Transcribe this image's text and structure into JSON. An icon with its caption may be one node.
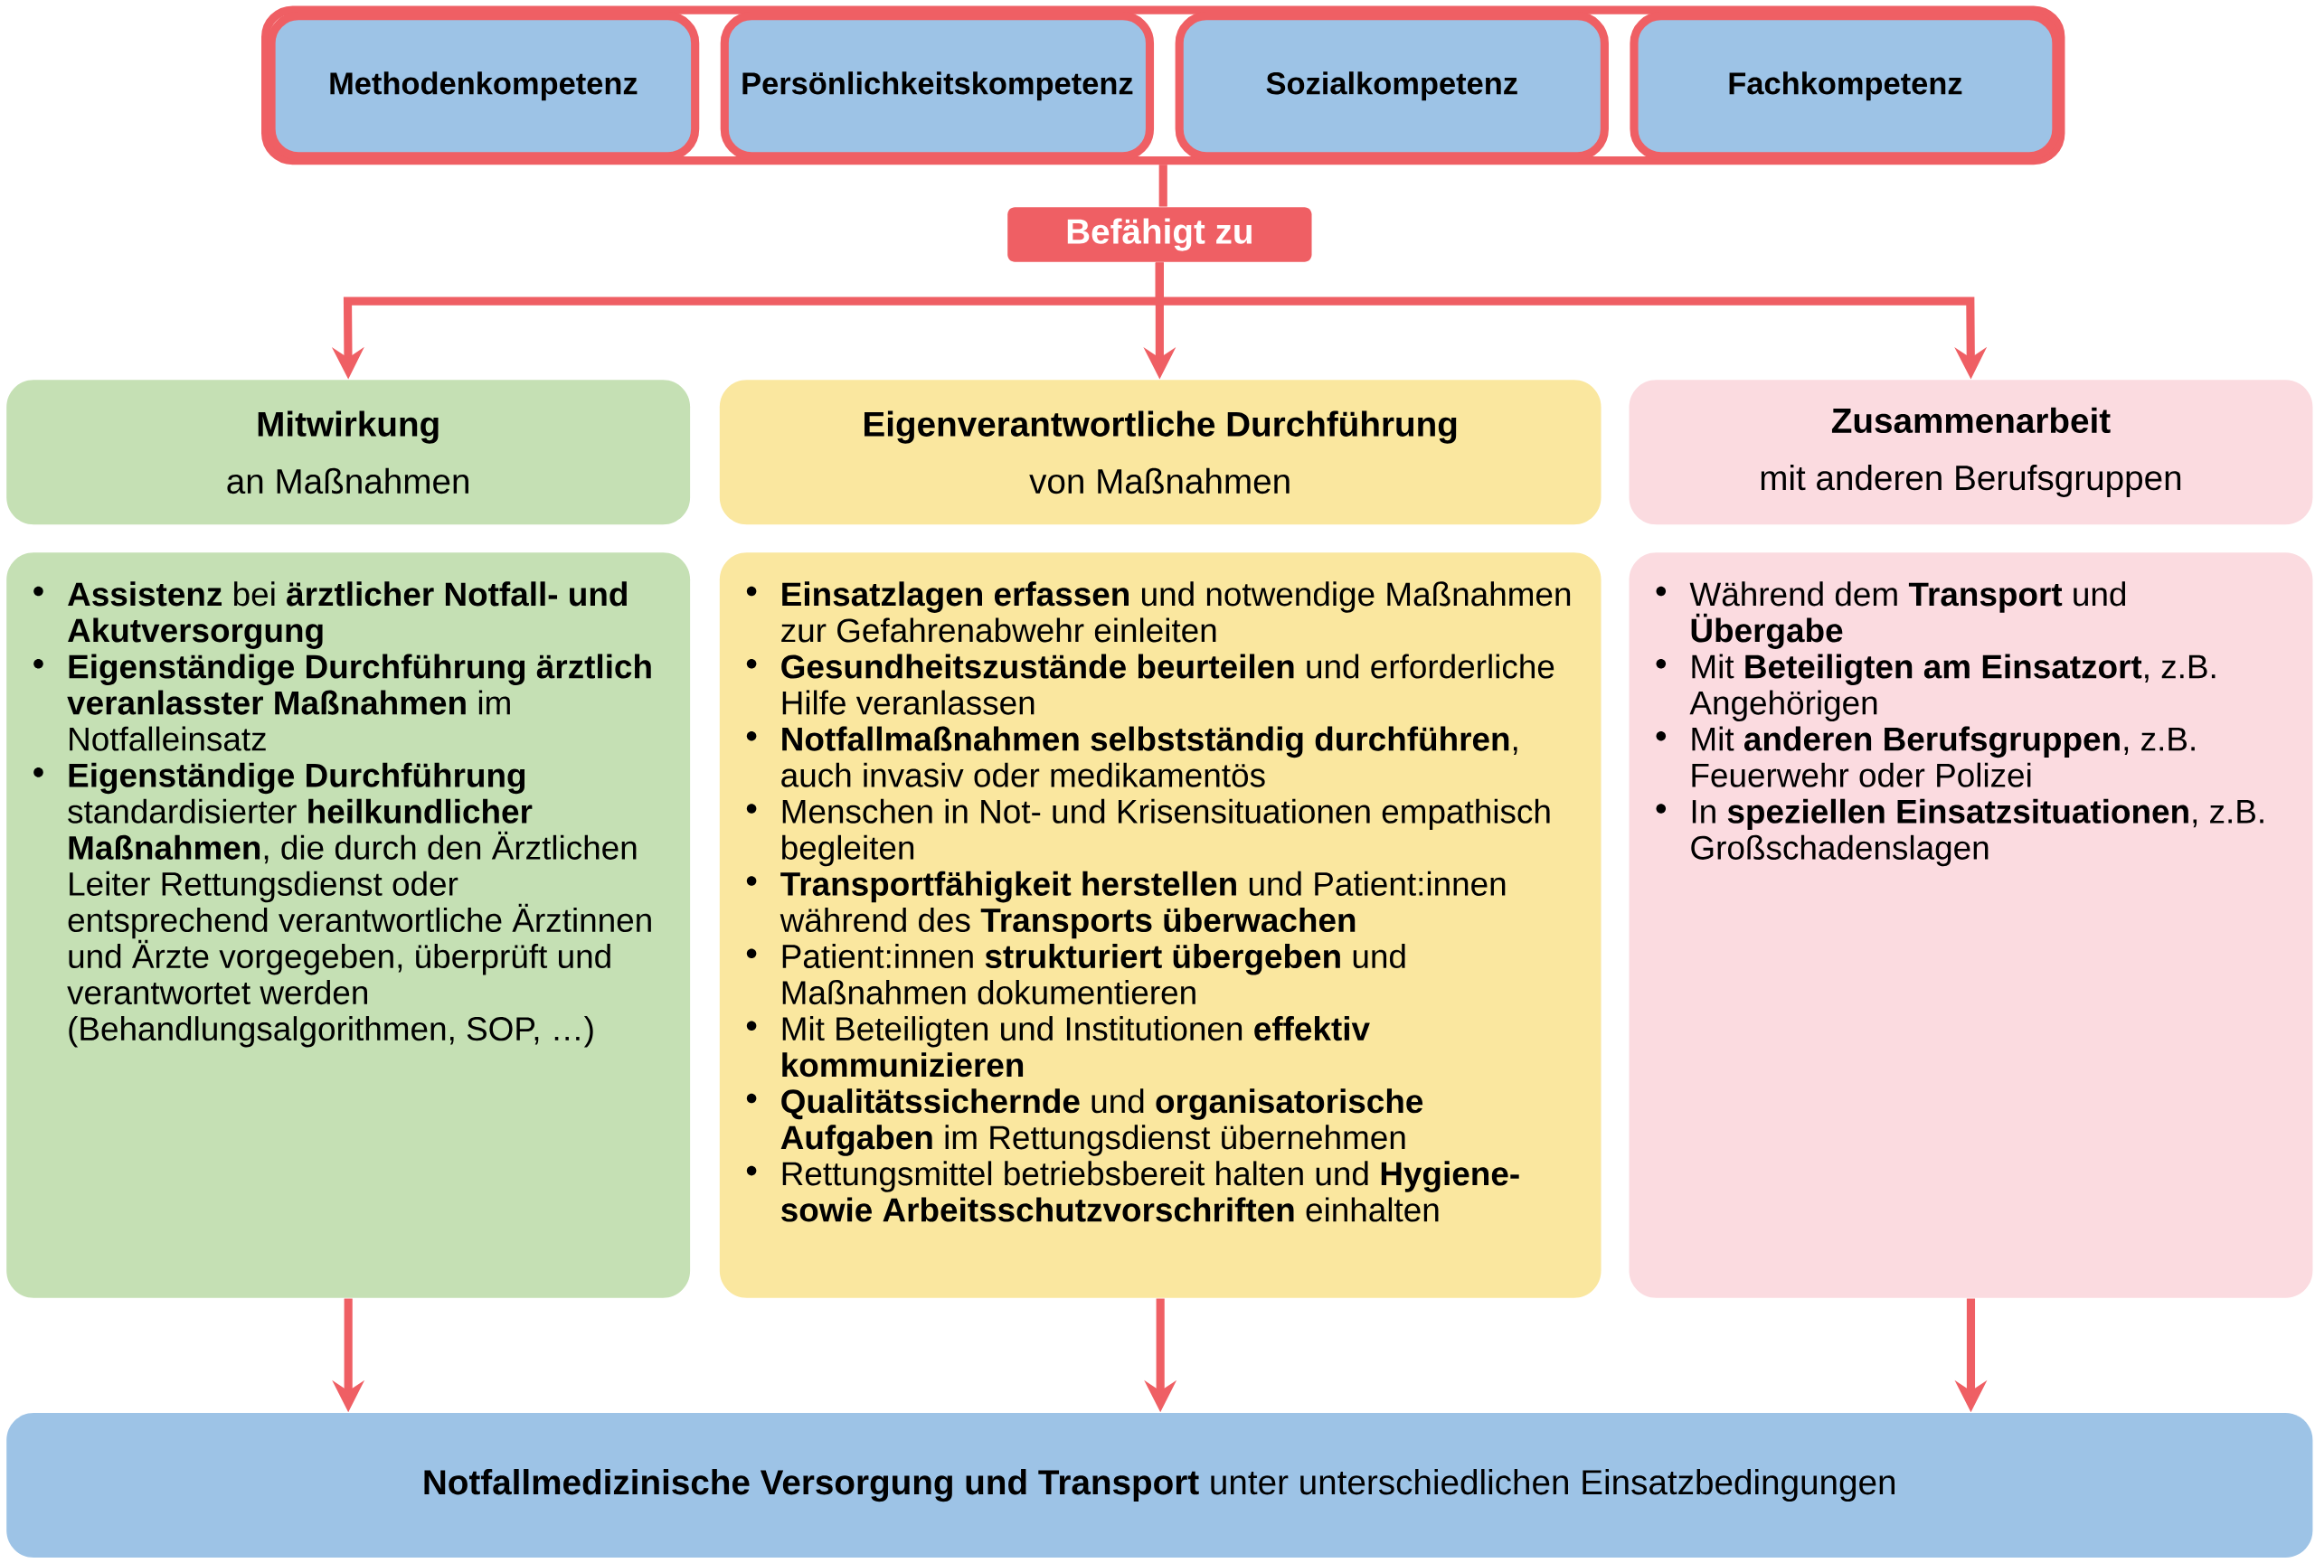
{
  "diagram": {
    "nodes": [
      {
        "text": [],
        "shape": "box"
      },
      {
        "text": [
          "Methodenkompetenz"
        ],
        "in": 0
      },
      {
        "text": [
          "Persönlichkeitskompetenz"
        ],
        "in": 0
      },
      {
        "text": [
          "Sozialkompetenz"
        ],
        "in": 0
      },
      {
        "text": [
          "Fachkompetenz"
        ],
        "in": 0
      },
      {
        "text": [
          "Befähigt zu"
        ]
      },
      {
        "text": [
          "Mitwirkung",
          "an Maßnahmen"
        ]
      },
      {
        "text": [
          "Eigenverantwortliche Durchführung",
          "von Maßnahmen"
        ]
      },
      {
        "text": [
          "Zusammenarbeit",
          "mit anderen Berufsgruppen"
        ]
      },
      {
        "text": [
          "**Assistenz** bei **ärztlicher Notfall- und Akutversorgung**",
          "**Eigenständige Durchführung ärztlich veranlasster Maßnahmen** im Notfalleinsatz",
          "**Eigenständige Durchführung** standardisierter **heilkundlicher Maßnahmen**, die durch den Ärztlichen Leiter Rettungsdienst oder entsprechend verantwortliche Ärztinnen und Ärzte vorgegeben, überprüft und verantwortet werden (Behandlungsalgorithmen, SOP, …)"
        ]
      },
      {
        "text": [
          "**Einsatzlagen erfassen** und notwendige Maßnahmen zur Gefahrenabwehr einleiten",
          "**Gesundheitszustände beurteilen** und erforderliche Hilfe veranlassen",
          "**Notfallmaßnahmen selbstständig durchführen**, auch invasiv oder medikamentös",
          "Menschen in Not- und Krisensituationen empathisch begleiten",
          "**Transportfähigkeit herstellen** und Patient:innen während des **Transports überwachen**",
          "Patient:innen **strukturiert übergeben** und Maßnahmen dokumentieren",
          "Mit Beteiligten und Institutionen **effektiv kommunizieren**",
          "**Qualitätssichernde** und **organisatorische Aufgaben** im Rettungsdienst übernehmen",
          "Rettungsmittel betriebsbereit halten und **Hygiene- sowie Arbeitsschutzvorschriften** einhalten"
        ]
      },
      {
        "text": [
          "Während dem **Transport** und **Übergabe**",
          "Mit **Beteiligten am Einsatzort**, z.B. Angehörigen",
          "Mit **anderen Berufsgruppen**, z.B. Feuerwehr oder Polizei",
          "In **speziellen Einsatzsituationen**, z.B. Großschadenslagen"
        ]
      },
      {
        "text": [
          "**Notfallmedizinische Versorgung und Transport** unter unterschiedlichen Einsatzbedingungen"
        ]
      }
    ],
    "edges": [
      {
        "from": 0,
        "to": 5,
        "arrow": "none"
      },
      {
        "from": 5,
        "to": 6,
        "arrow": "to"
      },
      {
        "from": 5,
        "to": 7,
        "arrow": "to"
      },
      {
        "from": 5,
        "to": 8,
        "arrow": "to"
      },
      {
        "from": 9,
        "to": 12,
        "arrow": "to"
      },
      {
        "from": 10,
        "to": 12,
        "arrow": "to"
      },
      {
        "from": 11,
        "to": 12,
        "arrow": "to"
      }
    ]
  }
}
